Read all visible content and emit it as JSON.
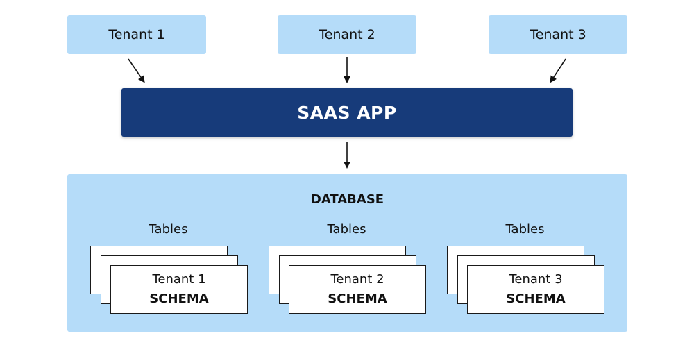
{
  "tenants": [
    {
      "label": "Tenant 1"
    },
    {
      "label": "Tenant 2"
    },
    {
      "label": "Tenant 3"
    }
  ],
  "app": {
    "label": "SAAS APP"
  },
  "database": {
    "title": "DATABASE",
    "groups": [
      {
        "tables_label": "Tables",
        "tenant": "Tenant 1",
        "schema": "SCHEMA"
      },
      {
        "tables_label": "Tables",
        "tenant": "Tenant 2",
        "schema": "SCHEMA"
      },
      {
        "tables_label": "Tables",
        "tenant": "Tenant 3",
        "schema": "SCHEMA"
      }
    ]
  },
  "colors": {
    "tenant_fill": "#b5dcf9",
    "app_fill": "#173b7a",
    "database_fill": "#b5dcf9",
    "schema_fill": "#ffffff",
    "arrow": "#111111"
  }
}
